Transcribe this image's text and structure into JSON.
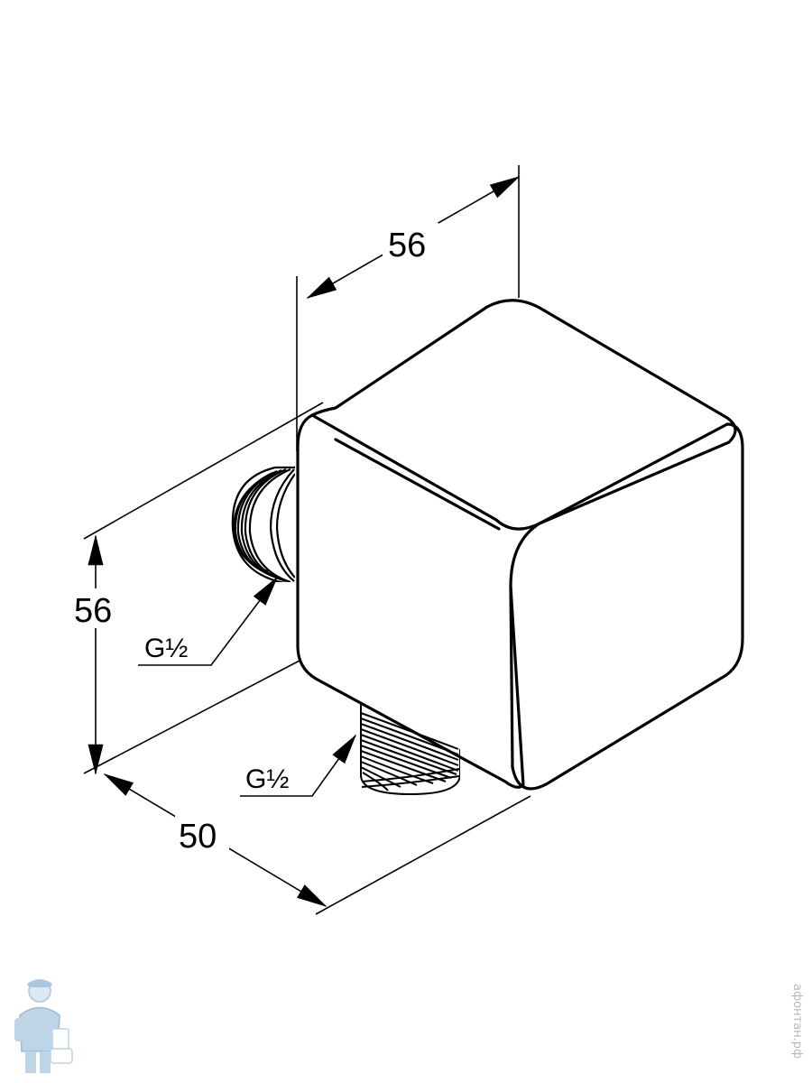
{
  "dimensions": {
    "depth_top": "56",
    "height_left": "56",
    "width_bottom": "50"
  },
  "threads": {
    "side_outlet": "G½",
    "bottom_outlet": "G½"
  },
  "watermark": {
    "vertical_text": "афонтан.рф",
    "logo_icon": "plumber-mascot-icon"
  },
  "colors": {
    "line": "#000000",
    "background": "#ffffff",
    "watermark": "#a9c6e0"
  }
}
